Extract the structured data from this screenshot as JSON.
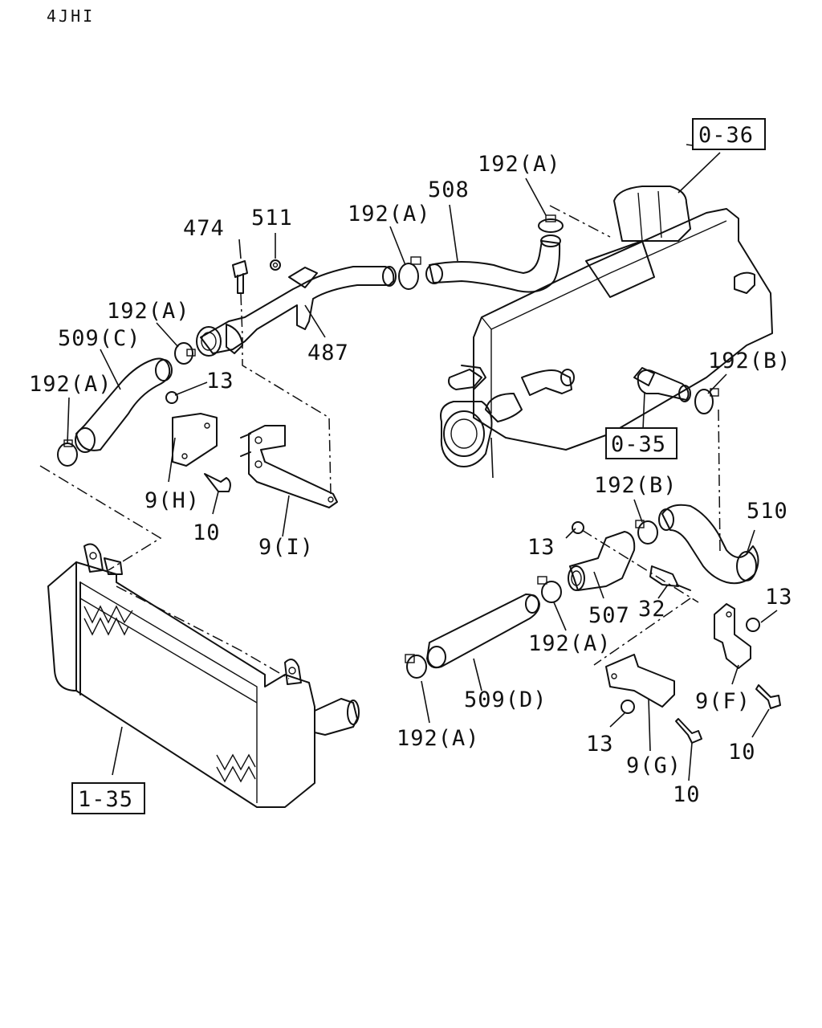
{
  "header": {
    "model": "4JHI"
  },
  "reference_boxes": [
    {
      "id": "ref-0-36",
      "text": "0-36"
    },
    {
      "id": "ref-0-35",
      "text": "0-35"
    },
    {
      "id": "ref-1-35",
      "text": "1-35"
    }
  ],
  "callouts": [
    {
      "id": "c474",
      "text": "474"
    },
    {
      "id": "c511",
      "text": "511"
    },
    {
      "id": "c192a-1",
      "text": "192(A)"
    },
    {
      "id": "c508",
      "text": "508"
    },
    {
      "id": "c192a-2",
      "text": "192(A)"
    },
    {
      "id": "c192a-3",
      "text": "192(A)"
    },
    {
      "id": "c509c",
      "text": "509(C)"
    },
    {
      "id": "c487",
      "text": "487"
    },
    {
      "id": "c192a-4",
      "text": "192(A)"
    },
    {
      "id": "c13-1",
      "text": "13"
    },
    {
      "id": "c192b-1",
      "text": "192(B)"
    },
    {
      "id": "c9h",
      "text": "9(H)"
    },
    {
      "id": "c10-1",
      "text": "10"
    },
    {
      "id": "c9i",
      "text": "9(I)"
    },
    {
      "id": "c192b-2",
      "text": "192(B)"
    },
    {
      "id": "c510",
      "text": "510"
    },
    {
      "id": "c13-2",
      "text": "13"
    },
    {
      "id": "c507",
      "text": "507"
    },
    {
      "id": "c32",
      "text": "32"
    },
    {
      "id": "c13-3",
      "text": "13"
    },
    {
      "id": "c192a-5",
      "text": "192(A)"
    },
    {
      "id": "c509d",
      "text": "509(D)"
    },
    {
      "id": "c9f",
      "text": "9(F)"
    },
    {
      "id": "c13-4",
      "text": "13"
    },
    {
      "id": "c192a-6",
      "text": "192(A)"
    },
    {
      "id": "c10-2",
      "text": "10"
    },
    {
      "id": "c9g",
      "text": "9(G)"
    },
    {
      "id": "c10-3",
      "text": "10"
    }
  ]
}
